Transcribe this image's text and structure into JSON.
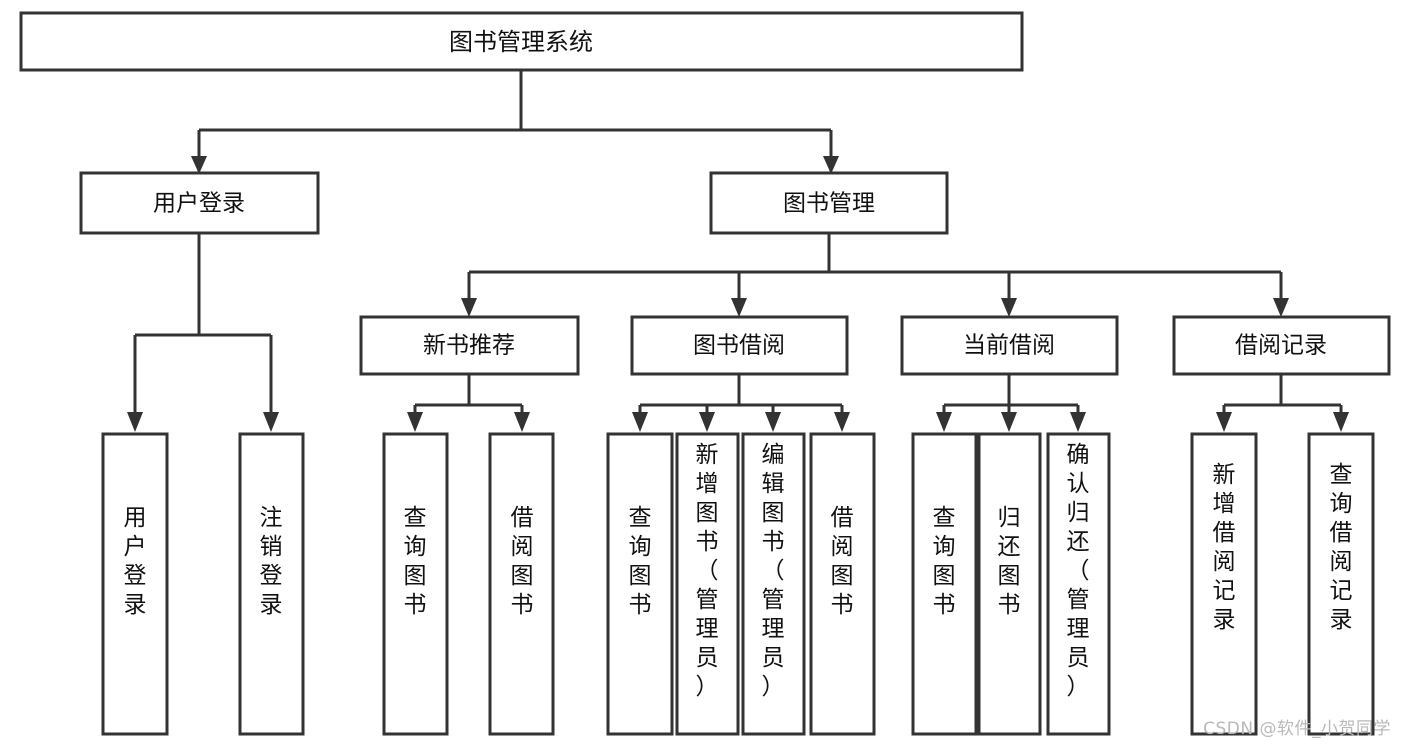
{
  "diagram": {
    "type": "tree",
    "title": "图书管理系统",
    "watermark": "CSDN @软件_小贺同学",
    "levels": {
      "root": {
        "id": "root",
        "label": "图书管理系统"
      },
      "level2": [
        {
          "id": "user-login",
          "label": "用户登录"
        },
        {
          "id": "book-management",
          "label": "图书管理"
        }
      ],
      "level3": [
        {
          "id": "new-book-recommend",
          "label": "新书推荐",
          "parent": "book-management"
        },
        {
          "id": "book-borrow",
          "label": "图书借阅",
          "parent": "book-management"
        },
        {
          "id": "current-borrow",
          "label": "当前借阅",
          "parent": "book-management"
        },
        {
          "id": "borrow-record",
          "label": "借阅记录",
          "parent": "book-management"
        }
      ],
      "leaves": [
        {
          "id": "leaf-user-login",
          "label": "用户登录",
          "parent": "user-login"
        },
        {
          "id": "leaf-logout-login",
          "label": "注销登录",
          "parent": "user-login"
        },
        {
          "id": "leaf-query-book-1",
          "label": "查询图书",
          "parent": "new-book-recommend"
        },
        {
          "id": "leaf-borrow-book-1",
          "label": "借阅图书",
          "parent": "new-book-recommend"
        },
        {
          "id": "leaf-query-book-2",
          "label": "查询图书",
          "parent": "book-borrow"
        },
        {
          "id": "leaf-add-book",
          "label": "新增图书（管理员）",
          "parent": "book-borrow"
        },
        {
          "id": "leaf-edit-book",
          "label": "编辑图书（管理员）",
          "parent": "book-borrow"
        },
        {
          "id": "leaf-borrow-book-2",
          "label": "借阅图书",
          "parent": "book-borrow"
        },
        {
          "id": "leaf-query-book-3",
          "label": "查询图书",
          "parent": "current-borrow"
        },
        {
          "id": "leaf-return-book",
          "label": "归还图书",
          "parent": "current-borrow"
        },
        {
          "id": "leaf-confirm-return",
          "label": "确认归还（管理员）",
          "parent": "current-borrow"
        },
        {
          "id": "leaf-add-record",
          "label": "新增借阅记录",
          "parent": "borrow-record"
        },
        {
          "id": "leaf-query-record",
          "label": "查询借阅记录",
          "parent": "borrow-record"
        }
      ]
    },
    "colors": {
      "stroke": "#333333",
      "fill": "#ffffff",
      "text": "#111111",
      "watermark": "#b9b9b9"
    }
  }
}
